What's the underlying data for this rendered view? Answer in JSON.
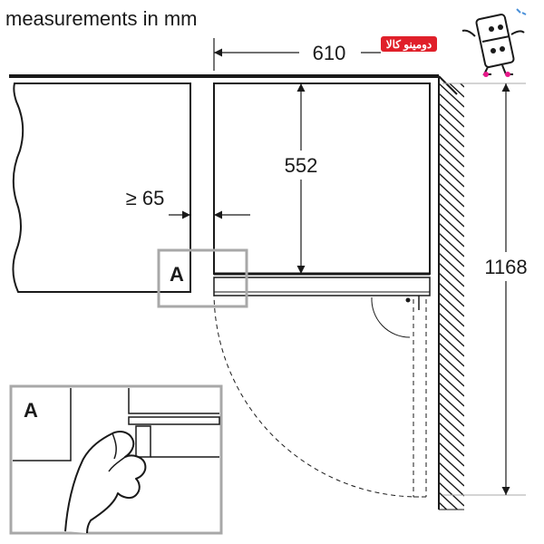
{
  "title": "measurements in mm",
  "dimensions": {
    "depth": "610",
    "niche_depth": "552",
    "clearance": "≥ 65",
    "height": "1168"
  },
  "callout": {
    "label": "A",
    "detail_label": "A"
  },
  "logo": {
    "text": "دومینو کالا",
    "caption": "logo"
  },
  "colors": {
    "line": "#1a1a1a",
    "callout_border": "#a8a8a8",
    "logo_red": "#e0202a",
    "logo_pink": "#e8198b",
    "wall_hatch": "#1a1a1a"
  }
}
